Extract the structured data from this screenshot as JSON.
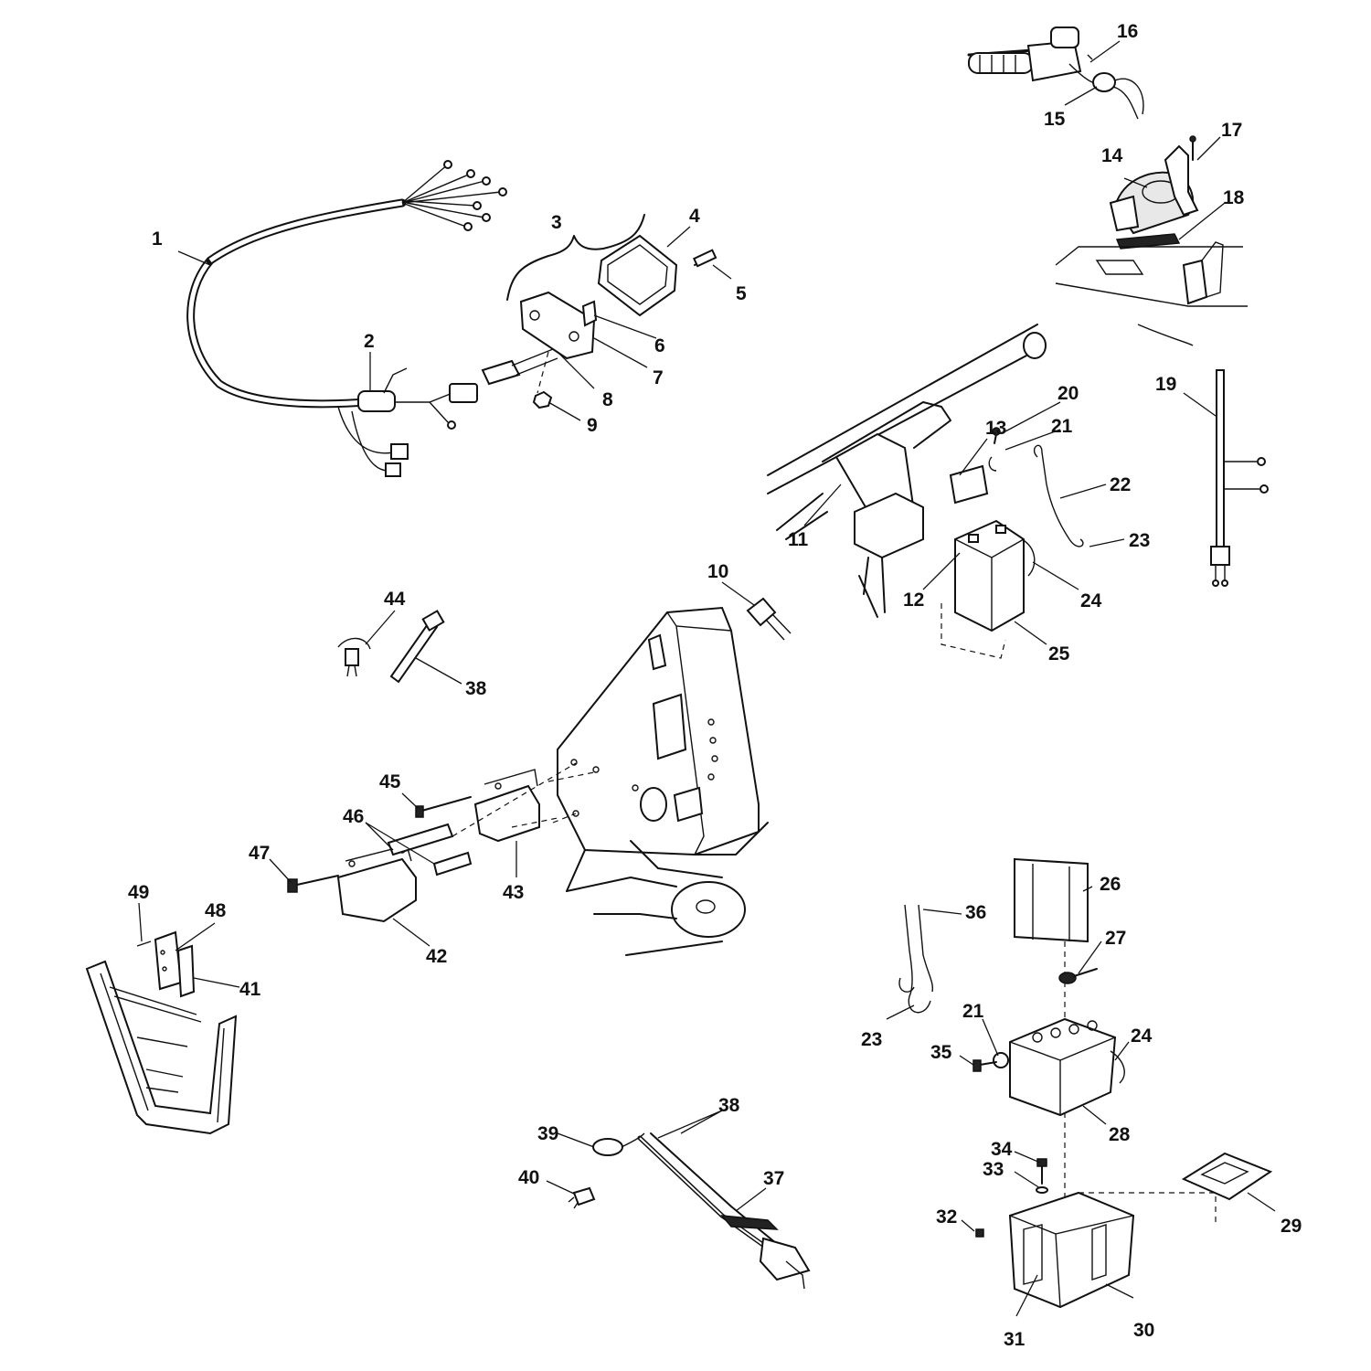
{
  "diagram": {
    "callouts": [
      "1",
      "2",
      "3",
      "4",
      "5",
      "6",
      "7",
      "8",
      "9",
      "10",
      "11",
      "12",
      "13",
      "14",
      "15",
      "16",
      "17",
      "18",
      "19",
      "20",
      "21",
      "22",
      "23",
      "24",
      "25",
      "26",
      "27",
      "28",
      "29",
      "30",
      "31",
      "32",
      "33",
      "34",
      "35",
      "36",
      "37",
      "38",
      "39",
      "40",
      "41",
      "42",
      "43",
      "44",
      "45",
      "46",
      "47",
      "48",
      "49"
    ]
  }
}
